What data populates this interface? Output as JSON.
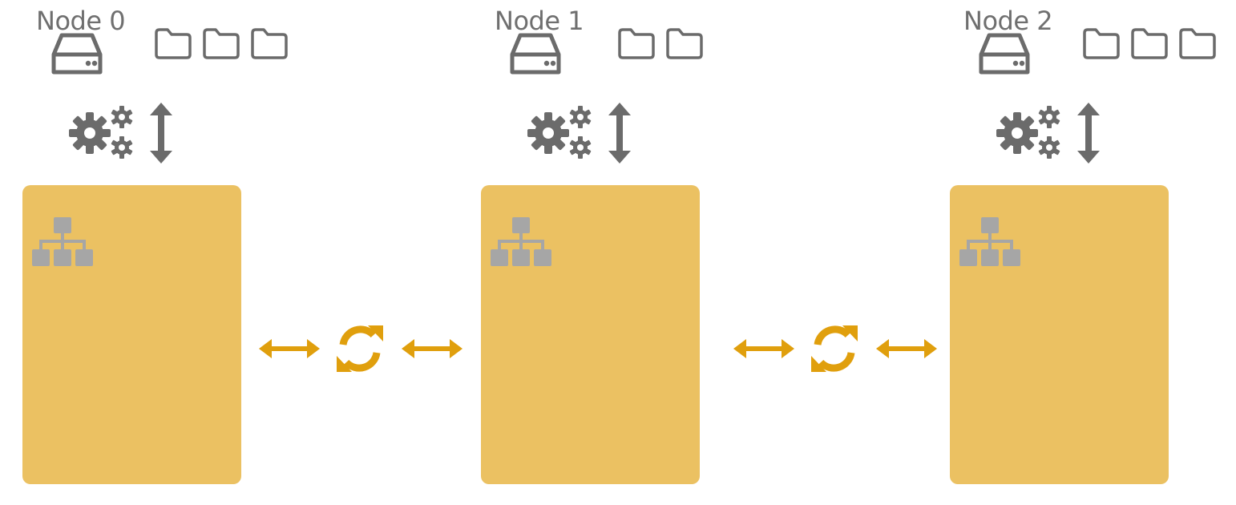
{
  "nodes": [
    {
      "label": "Node 0",
      "folder_count": 3,
      "icons": [
        "drive-icon",
        "folder-icon",
        "gears-icon",
        "vertical-arrows-icon",
        "hierarchy-icon"
      ]
    },
    {
      "label": "Node 1",
      "folder_count": 2,
      "icons": [
        "drive-icon",
        "folder-icon",
        "gears-icon",
        "vertical-arrows-icon",
        "hierarchy-icon"
      ]
    },
    {
      "label": "Node 2",
      "folder_count": 3,
      "icons": [
        "drive-icon",
        "folder-icon",
        "gears-icon",
        "vertical-arrows-icon",
        "hierarchy-icon"
      ]
    }
  ],
  "links": [
    {
      "from": "Node 0",
      "to": "Node 1",
      "icons": [
        "double-arrow-icon",
        "sync-icon",
        "double-arrow-icon"
      ]
    },
    {
      "from": "Node 1",
      "to": "Node 2",
      "icons": [
        "double-arrow-icon",
        "sync-icon",
        "double-arrow-icon"
      ]
    }
  ],
  "colors": {
    "box": "#ebc162",
    "link": "#e09f0d",
    "icon_dark": "#6b6b6b",
    "icon_light": "#a6a6a6",
    "label": "#6f6f6f"
  }
}
